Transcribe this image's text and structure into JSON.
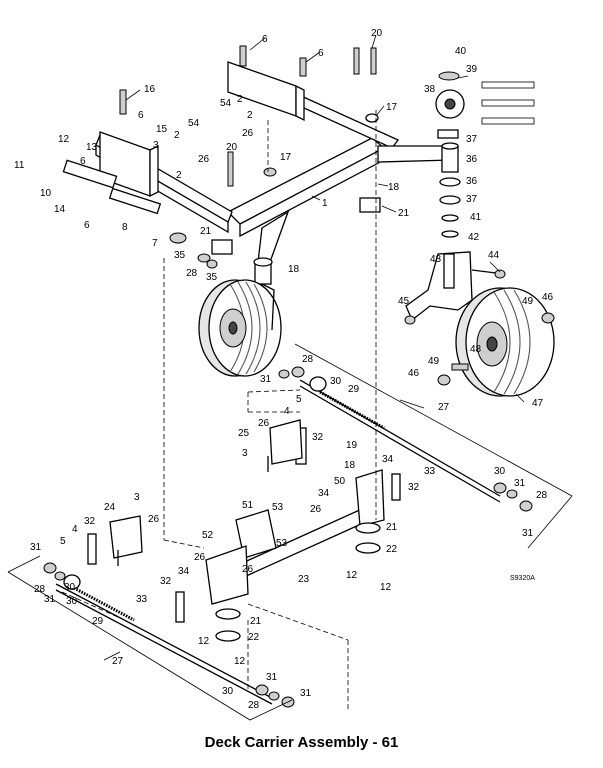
{
  "caption": "Deck  Carrier Assembly - 61",
  "drawing_code": "S9320A",
  "callouts": [
    "1",
    "2",
    "3",
    "4",
    "5",
    "6",
    "7",
    "8",
    "10",
    "11",
    "12",
    "13",
    "14",
    "15",
    "16",
    "17",
    "18",
    "19",
    "20",
    "21",
    "22",
    "23",
    "24",
    "25",
    "26",
    "27",
    "28",
    "29",
    "30",
    "31",
    "32",
    "33",
    "34",
    "35",
    "36",
    "37",
    "38",
    "39",
    "40",
    "41",
    "42",
    "43",
    "44",
    "45",
    "46",
    "47",
    "48",
    "49",
    "50",
    "51",
    "52",
    "53",
    "54"
  ]
}
